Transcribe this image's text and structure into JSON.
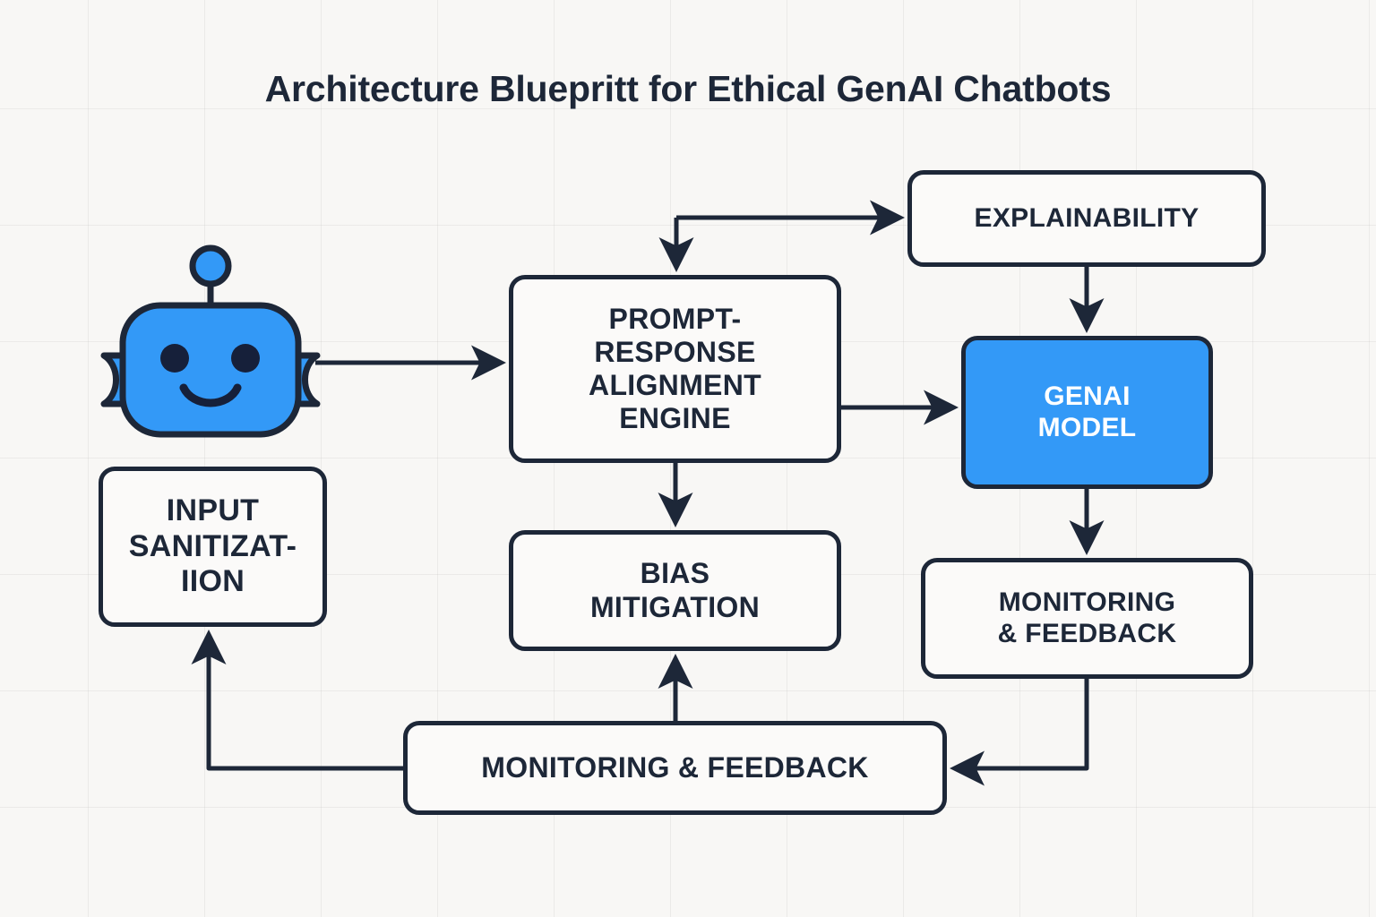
{
  "page": {
    "title": "Architecture Bluepritt for Ethical GenAI Chatbots",
    "background_color": "#f8f7f5",
    "line_color": "#1d2738",
    "accent_color": "#3399f7"
  },
  "diagram": {
    "type": "flowchart",
    "nodes": [
      {
        "id": "robot",
        "label": "",
        "icon": "robot-avatar-icon",
        "style": "icon",
        "fill": "#3399f7"
      },
      {
        "id": "input-sanitization",
        "label": "INPUT\nSANITIZAT-\nIION",
        "style": "box",
        "fill": "#fbfaf9"
      },
      {
        "id": "alignment-engine",
        "label": "PROMPT-\nRESPONSE\nALIGNMENT\nENGINE",
        "style": "box",
        "fill": "#fbfaf9"
      },
      {
        "id": "bias-mitigation",
        "label": "BIAS\nMITIGATION",
        "style": "box",
        "fill": "#fbfaf9"
      },
      {
        "id": "explainability",
        "label": "EXPLAINABILITY",
        "style": "box",
        "fill": "#fbfaf9"
      },
      {
        "id": "genai-model",
        "label": "GENAI\nMODEL",
        "style": "box-accent",
        "fill": "#3399f7"
      },
      {
        "id": "monitoring-right",
        "label": "MONITORING\n& FEEDBACK",
        "style": "box",
        "fill": "#fbfaf9"
      },
      {
        "id": "monitoring-bottom",
        "label": "MONITORING & FEEDBACK",
        "style": "box",
        "fill": "#fbfaf9"
      }
    ],
    "edges": [
      {
        "from": "robot",
        "to": "alignment-engine",
        "kind": "straight-right"
      },
      {
        "from": "alignment-engine",
        "to": "explainability",
        "kind": "elbow-up-right"
      },
      {
        "from": "alignment-engine",
        "to": "genai-model",
        "kind": "straight-right"
      },
      {
        "from": "alignment-engine",
        "to": "bias-mitigation",
        "kind": "straight-down"
      },
      {
        "from": "explainability",
        "to": "genai-model",
        "kind": "straight-down"
      },
      {
        "from": "genai-model",
        "to": "monitoring-right",
        "kind": "straight-down"
      },
      {
        "from": "monitoring-right",
        "to": "monitoring-bottom",
        "kind": "elbow-down-left"
      },
      {
        "from": "monitoring-bottom",
        "to": "bias-mitigation",
        "kind": "straight-up"
      },
      {
        "from": "monitoring-bottom",
        "to": "input-sanitization",
        "kind": "elbow-left-up"
      }
    ]
  }
}
